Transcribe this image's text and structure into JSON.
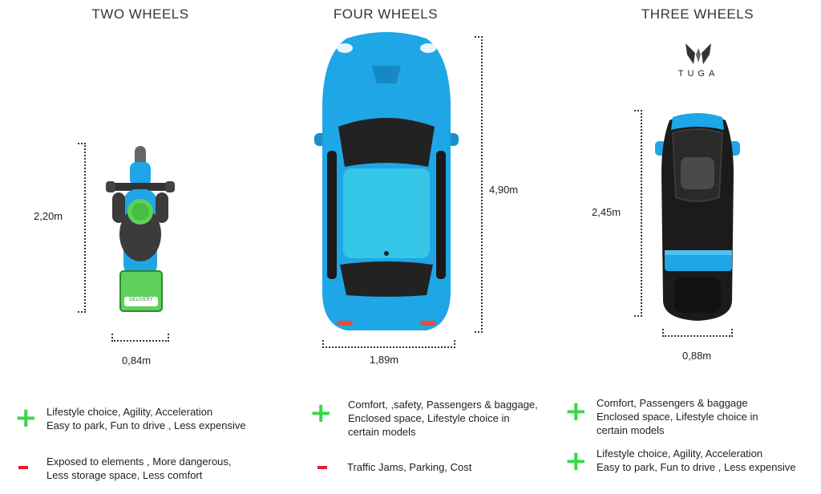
{
  "columns": [
    {
      "heading": "TWO WHEELS",
      "length": "2,20m",
      "width": "0,84m",
      "badge": "DELIVERY",
      "pros": [
        "Lifestyle choice, Agility, Acceleration",
        "Easy to park, Fun to drive , Less expensive"
      ],
      "cons": [
        "Exposed to elements , More dangerous,",
        "Less storage space, Less comfort"
      ]
    },
    {
      "heading": "FOUR WHEELS",
      "length": "4,90m",
      "width": "1,89m",
      "pros": [
        "Comfort, ,safety, Passengers & baggage,",
        "Enclosed space, Lifestyle choice in",
        "certain models"
      ],
      "cons": [
        "Traffic Jams, Parking, Cost"
      ]
    },
    {
      "heading": "THREE WHEELS",
      "brand": "TUGA",
      "length": "2,45m",
      "width": "0,88m",
      "pros": [
        "Comfort, Passengers & baggage",
        "Enclosed space, Lifestyle choice in",
        "certain models"
      ],
      "pros2": [
        "Lifestyle choice, Agility, Acceleration",
        "Easy to park, Fun to drive , Less expensive"
      ]
    }
  ],
  "colors": {
    "car_blue": "#1ea6e6",
    "plus_green": "#39d64a",
    "minus_red": "#e81e2b",
    "scooter_green": "#5fd05a"
  },
  "icons": [
    "plus-icon",
    "minus-icon",
    "tuga-logo-icon"
  ]
}
